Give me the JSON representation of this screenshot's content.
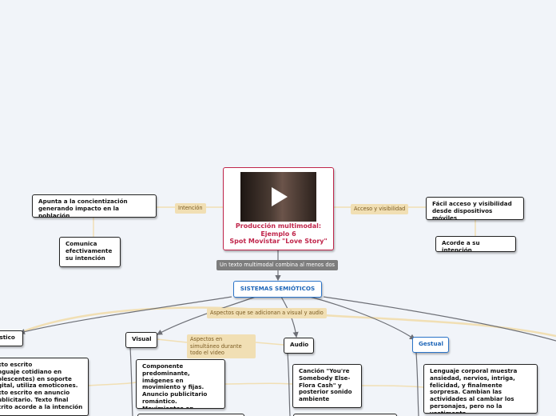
{
  "colors": {
    "background": "#f1f4f9",
    "center_accent": "#c0264b",
    "blue_accent": "#2a73c8",
    "tag_fill": "#f1dfb4",
    "tag_grey": "#7d7d7d"
  },
  "center": {
    "line1": "Producción multimodal:",
    "line2": "Ejemplo 6",
    "line3": "Spot Movistar \"Love Story\"",
    "video_icon": "play-icon"
  },
  "tags": {
    "intencion": "Intención",
    "acceso": "Acceso y visibilidad",
    "combina": "Un texto multimodal combina al menos dos",
    "adicionan": "Aspectos que se adicionan a visual y audio",
    "simultaneo": "Aspectos en simultáneo durante todo el video"
  },
  "nodes": {
    "concientizacion": "Apunta a la concientización generando impacto en la población",
    "comunica": "Comunica efectivamente su intención",
    "facil_acceso": "Fácil acceso y visibilidad desde dispositivos móviles",
    "acorde": "Acorde a su intención",
    "sistemas": "SISTEMAS SEMIÓTICOS",
    "linguistico": "ístico",
    "visual": "Visual",
    "audio": "Audio",
    "gestual": "Gestual",
    "texto_escrito": "xto escrito\nnguaje cotidiano en\nolescentes) en soporte\ngital, utiliza emoticones.\nxto escrito en anuncio\nublicitario. Texto final\ncrito acorde a la intención",
    "componente": "Componente predominante, imágenes en movimiento y fijas. Anuncio publicitario romántico. Movimientos en cámara lenta y real",
    "cancion": "Canción \"You're Somebody Else- Flora Cash\" y posterior sonido ambiente",
    "lenguaje_corporal": "Lenguaje corporal muestra ansiedad, nervios, intriga, felicidad, y finalmente sorpresa. Cambian las actividades al cambiar los personajes, pero no la vestimenta"
  }
}
